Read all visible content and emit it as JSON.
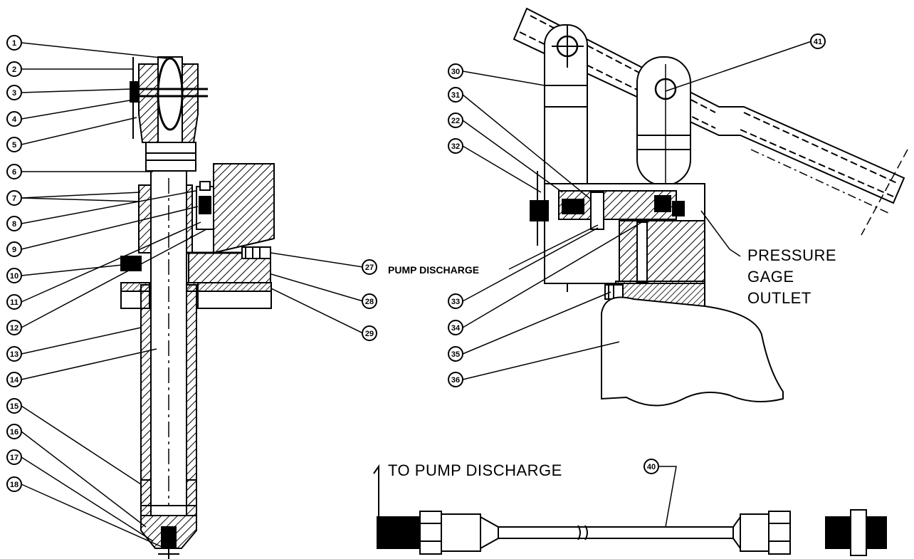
{
  "labels": {
    "pump_discharge": "PUMP DISCHARGE",
    "pressure_gage_1": "PRESSURE",
    "pressure_gage_2": "GAGE",
    "pressure_gage_3": "OUTLET",
    "to_pump_discharge": "TO PUMP DISCHARGE"
  },
  "balloons": [
    "1",
    "2",
    "3",
    "4",
    "5",
    "6",
    "7",
    "8",
    "9",
    "10",
    "11",
    "12",
    "13",
    "14",
    "15",
    "16",
    "17",
    "18",
    "27",
    "28",
    "29",
    "30",
    "31",
    "22",
    "32",
    "33",
    "34",
    "35",
    "36",
    "41",
    "40"
  ],
  "colors": {
    "ink": "#000000",
    "paper": "#ffffff"
  }
}
